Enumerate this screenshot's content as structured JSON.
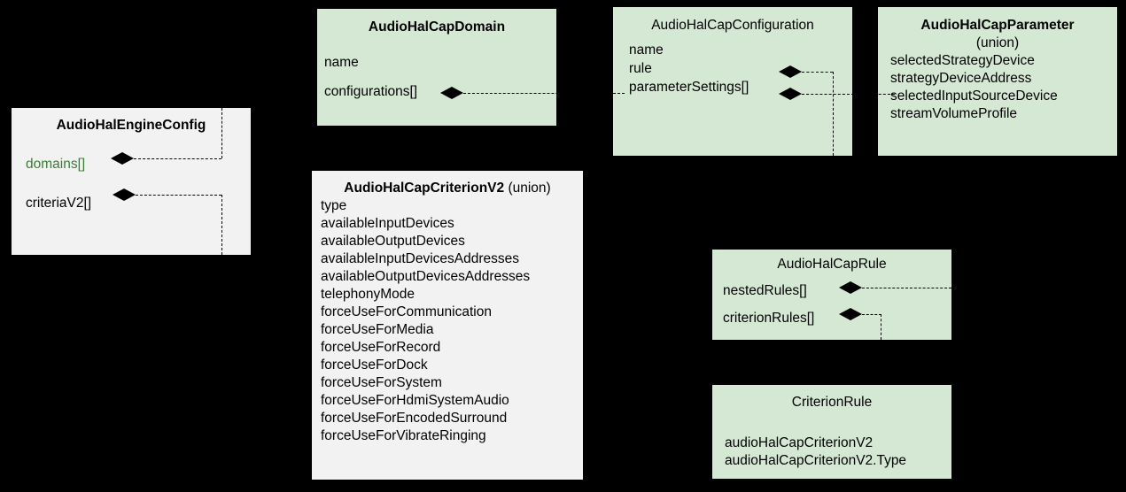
{
  "diagram": {
    "title": "AudioHalCapConfiguration UML class diagram",
    "background": "#000000",
    "colors": {
      "green_fill": "#d5e8d4",
      "grey_fill": "#f2f2f2",
      "line": "#000000",
      "green_text": "#3a7d34"
    }
  },
  "classes": {
    "engine_config": {
      "name": "AudioHalEngineConfig",
      "attributes": [
        {
          "label": "domains[]",
          "highlighted": true
        },
        {
          "label": "criteriaV2[]",
          "highlighted": false
        }
      ]
    },
    "cap_domain": {
      "name": "AudioHalCapDomain",
      "attributes": [
        {
          "label": "name"
        },
        {
          "label": "configurations[]"
        }
      ]
    },
    "cap_configuration": {
      "name": "AudioHalCapConfiguration",
      "attributes": [
        {
          "label": "name"
        },
        {
          "label": "rule"
        },
        {
          "label": "parameterSettings[]"
        }
      ]
    },
    "cap_parameter": {
      "name": "AudioHalCapParameter",
      "subtitle": "(union)",
      "attributes": [
        {
          "label": "selectedStrategyDevice"
        },
        {
          "label": "strategyDeviceAddress"
        },
        {
          "label": "selectedInputSourceDevice"
        },
        {
          "label": "streamVolumeProfile"
        }
      ]
    },
    "cap_criterion_v2": {
      "name": "AudioHalCapCriterionV2",
      "suffix": "(union)",
      "attributes": [
        {
          "label": "type"
        },
        {
          "label": "availableInputDevices"
        },
        {
          "label": "availableOutputDevices"
        },
        {
          "label": "availableInputDevicesAddresses"
        },
        {
          "label": "availableOutputDevicesAddresses"
        },
        {
          "label": "telephonyMode"
        },
        {
          "label": "forceUseForCommunication"
        },
        {
          "label": "forceUseForMedia"
        },
        {
          "label": "forceUseForRecord"
        },
        {
          "label": "forceUseForDock"
        },
        {
          "label": "forceUseForSystem"
        },
        {
          "label": "forceUseForHdmiSystemAudio"
        },
        {
          "label": "forceUseForEncodedSurround"
        },
        {
          "label": "forceUseForVibrateRinging"
        }
      ]
    },
    "cap_rule": {
      "name": "AudioHalCapRule",
      "attributes": [
        {
          "label": "nestedRules[]"
        },
        {
          "label": "criterionRules[]"
        }
      ]
    },
    "criterion_rule": {
      "name": "CriterionRule",
      "attributes": [
        {
          "label": "audioHalCapCriterionV2"
        },
        {
          "label": "audioHalCapCriterionV2.Type"
        }
      ]
    }
  },
  "relations": [
    {
      "from": "AudioHalEngineConfig.domains[]",
      "to": "AudioHalCapDomain",
      "kind": "composition"
    },
    {
      "from": "AudioHalEngineConfig.criteriaV2[]",
      "to": "AudioHalCapCriterionV2",
      "kind": "composition"
    },
    {
      "from": "AudioHalCapDomain.configurations[]",
      "to": "AudioHalCapConfiguration",
      "kind": "composition"
    },
    {
      "from": "AudioHalCapConfiguration.rule",
      "to": "AudioHalCapRule",
      "kind": "composition"
    },
    {
      "from": "AudioHalCapConfiguration.parameterSettings[]",
      "to": "AudioHalCapParameter",
      "kind": "composition"
    },
    {
      "from": "AudioHalCapRule.nestedRules[]",
      "to": "AudioHalCapRule",
      "kind": "composition"
    },
    {
      "from": "AudioHalCapRule.criterionRules[]",
      "to": "CriterionRule",
      "kind": "composition"
    }
  ]
}
